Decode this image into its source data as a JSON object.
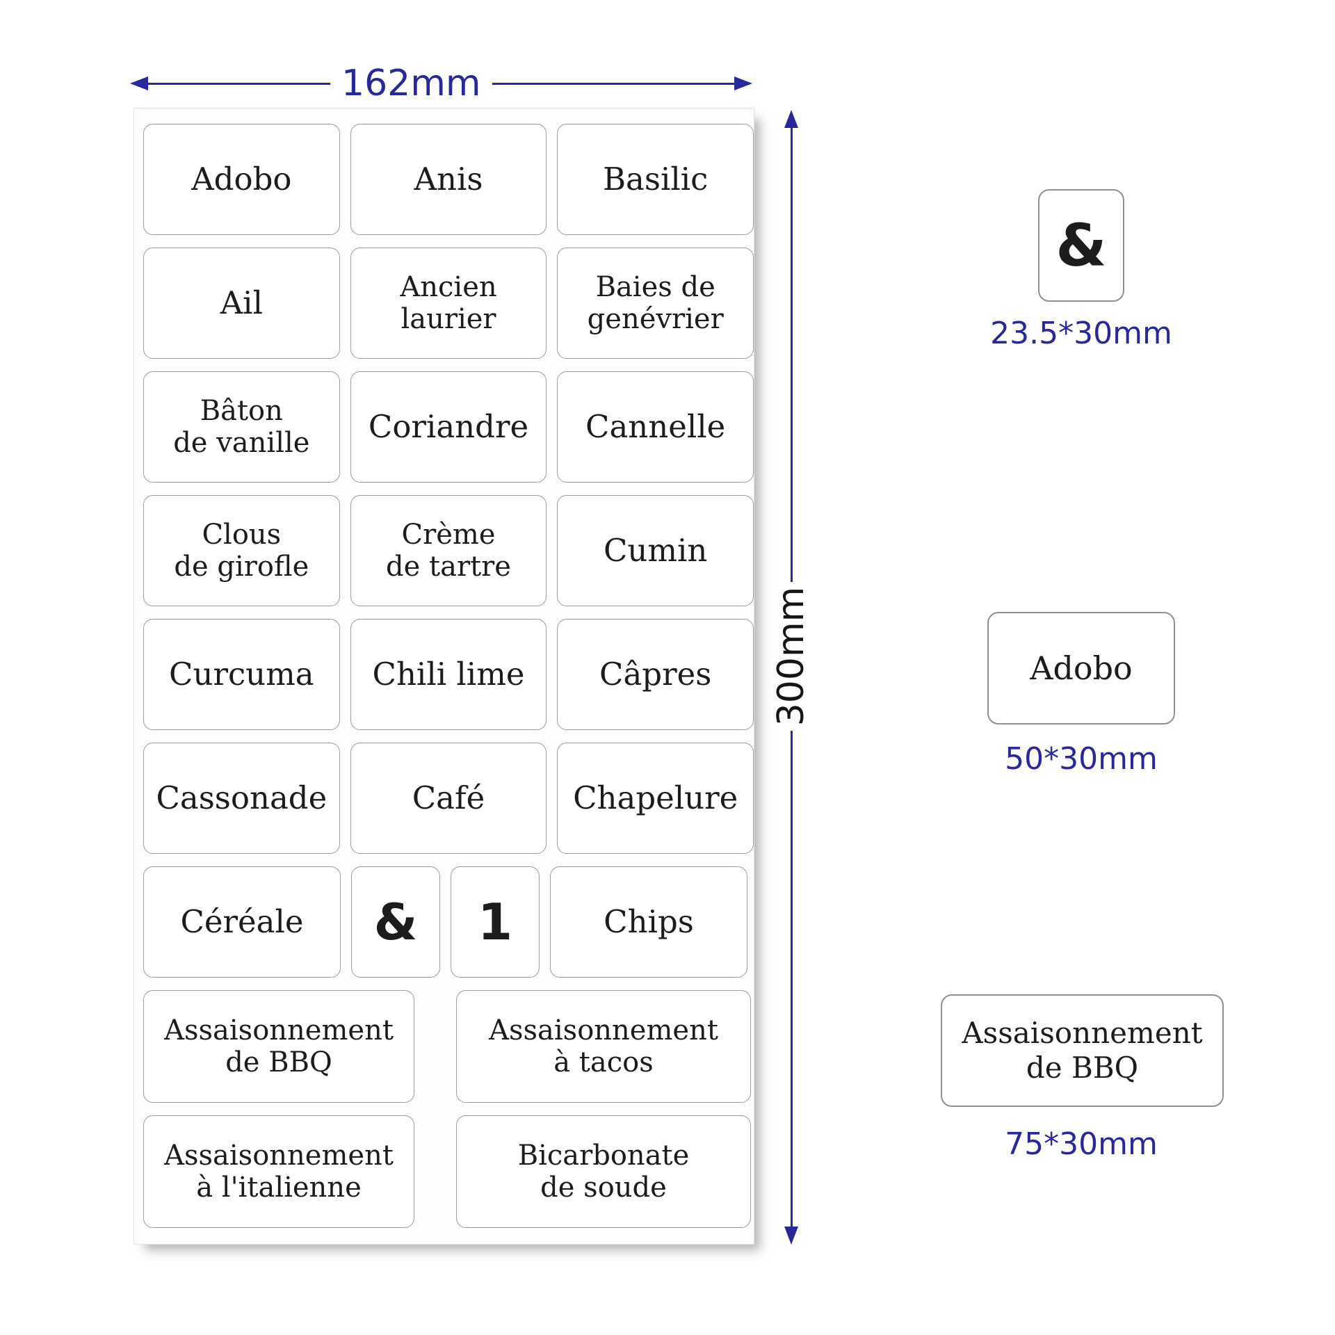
{
  "dimensions": {
    "sheet_width": "162mm",
    "sheet_height": "300mm"
  },
  "colors": {
    "dimension_accent": "#28289B",
    "height_text": "#151515",
    "label_text": "#1c1c1c",
    "label_border": "#9c9c9c"
  },
  "sheet": {
    "rows": [
      {
        "cells": [
          {
            "t": "Adobo",
            "w": "std"
          },
          {
            "t": "Anis",
            "w": "std"
          },
          {
            "t": "Basilic",
            "w": "std"
          }
        ]
      },
      {
        "cells": [
          {
            "t": "Ail",
            "w": "std"
          },
          {
            "t": "Ancien\nlaurier",
            "w": "std"
          },
          {
            "t": "Baies de\ngenévrier",
            "w": "std"
          }
        ]
      },
      {
        "cells": [
          {
            "t": "Bâton\nde vanille",
            "w": "std"
          },
          {
            "t": "Coriandre",
            "w": "std"
          },
          {
            "t": "Cannelle",
            "w": "std"
          }
        ]
      },
      {
        "cells": [
          {
            "t": "Clous\nde girofle",
            "w": "std"
          },
          {
            "t": "Crème\nde tartre",
            "w": "std"
          },
          {
            "t": "Cumin",
            "w": "std"
          }
        ]
      },
      {
        "cells": [
          {
            "t": "Curcuma",
            "w": "std"
          },
          {
            "t": "Chili lime",
            "w": "std"
          },
          {
            "t": "Câpres",
            "w": "std"
          }
        ]
      },
      {
        "cells": [
          {
            "t": "Cassonade",
            "w": "std"
          },
          {
            "t": "Café",
            "w": "std"
          },
          {
            "t": "Chapelure",
            "w": "std"
          }
        ]
      },
      {
        "cells": [
          {
            "t": "Céréale",
            "w": "std"
          },
          {
            "t": "&",
            "w": "sm"
          },
          {
            "t": "1",
            "w": "sm"
          },
          {
            "t": "Chips",
            "w": "std"
          }
        ]
      },
      {
        "duo": true,
        "cells": [
          {
            "t": "Assaisonnement\nde BBQ",
            "w": "w1"
          },
          {
            "t": "Assaisonnement\nà tacos",
            "w": "w2"
          }
        ]
      },
      {
        "duo": true,
        "cells": [
          {
            "t": "Assaisonnement\nà l'italienne",
            "w": "w1"
          },
          {
            "t": "Bicarbonate\nde soude",
            "w": "w2"
          }
        ]
      }
    ]
  },
  "samples": [
    {
      "text": "&",
      "size": "23.5*30mm"
    },
    {
      "text": "Adobo",
      "size": "50*30mm"
    },
    {
      "text": "Assaisonnement\nde BBQ",
      "size": "75*30mm"
    }
  ]
}
